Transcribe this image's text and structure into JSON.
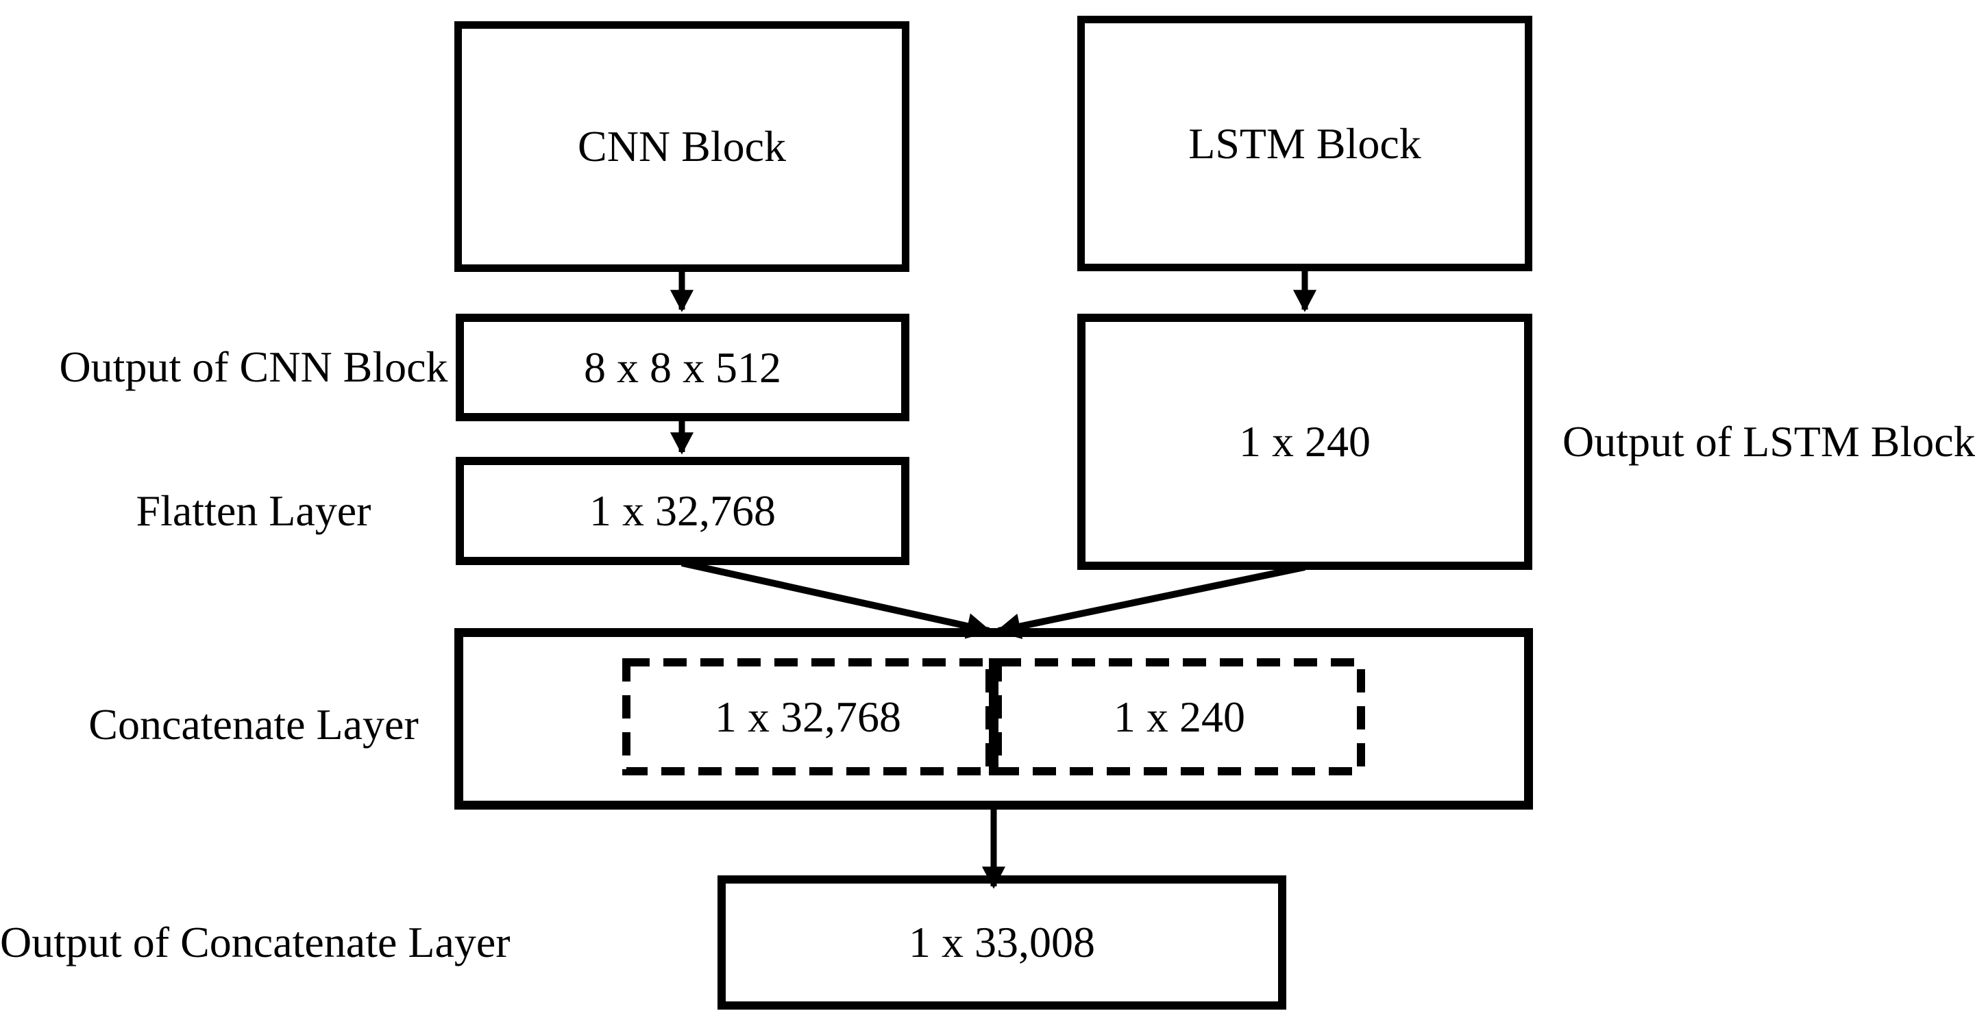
{
  "diagram": {
    "colors": {
      "ink": "#000000",
      "background": "#ffffff"
    },
    "blocks": {
      "cnn": {
        "label": "CNN Block"
      },
      "lstm": {
        "label": "LSTM Block"
      },
      "cnn_output": {
        "value": "8 x 8 x 512",
        "caption": "Output of CNN Block"
      },
      "flatten": {
        "value": "1 x 32,768",
        "caption": "Flatten Layer"
      },
      "lstm_output": {
        "value": "1 x 240",
        "caption": "Output of LSTM Block"
      },
      "concatenate": {
        "caption": "Concatenate Layer",
        "segments": [
          {
            "value": "1 x 32,768"
          },
          {
            "value": "1 x 240"
          }
        ]
      },
      "concatenate_output": {
        "value": "1 x 33,008",
        "caption": "Output of Concatenate Layer"
      }
    }
  }
}
